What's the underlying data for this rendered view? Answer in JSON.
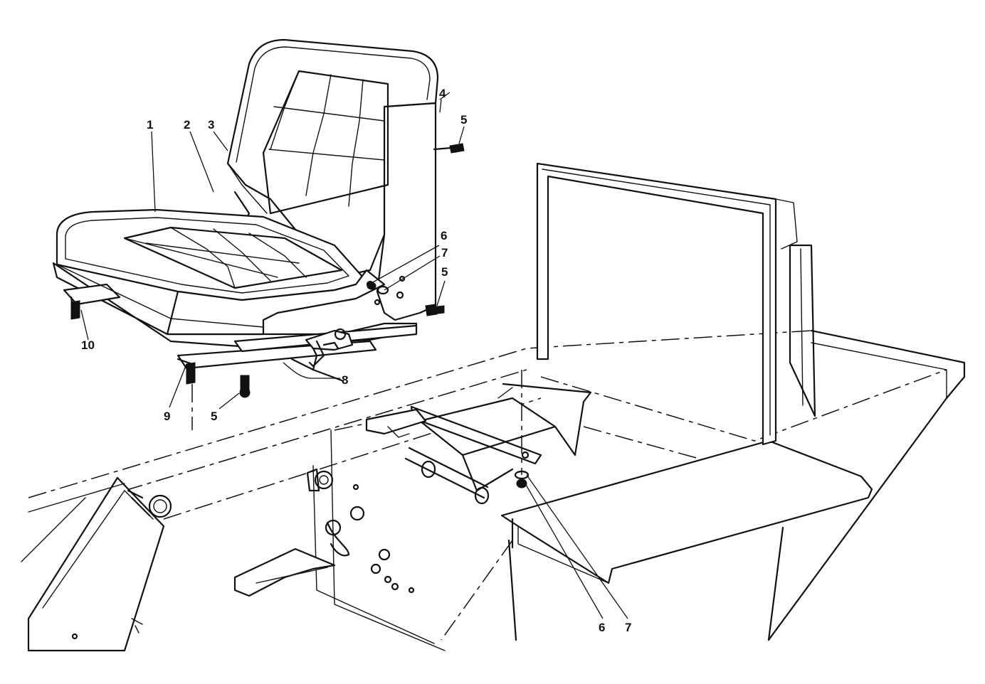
{
  "figure": {
    "callouts": [
      {
        "id": "c1",
        "text": "1"
      },
      {
        "id": "c2",
        "text": "2"
      },
      {
        "id": "c3",
        "text": "3"
      },
      {
        "id": "c4",
        "text": "4"
      },
      {
        "id": "c5a",
        "text": "5"
      },
      {
        "id": "c6a",
        "text": "6"
      },
      {
        "id": "c7a",
        "text": "7"
      },
      {
        "id": "c5b",
        "text": "5"
      },
      {
        "id": "c8",
        "text": "8"
      },
      {
        "id": "c9",
        "text": "9"
      },
      {
        "id": "c5c",
        "text": "5"
      },
      {
        "id": "c10",
        "text": "10"
      },
      {
        "id": "c6b",
        "text": "6"
      },
      {
        "id": "c7b",
        "text": "7"
      }
    ]
  }
}
